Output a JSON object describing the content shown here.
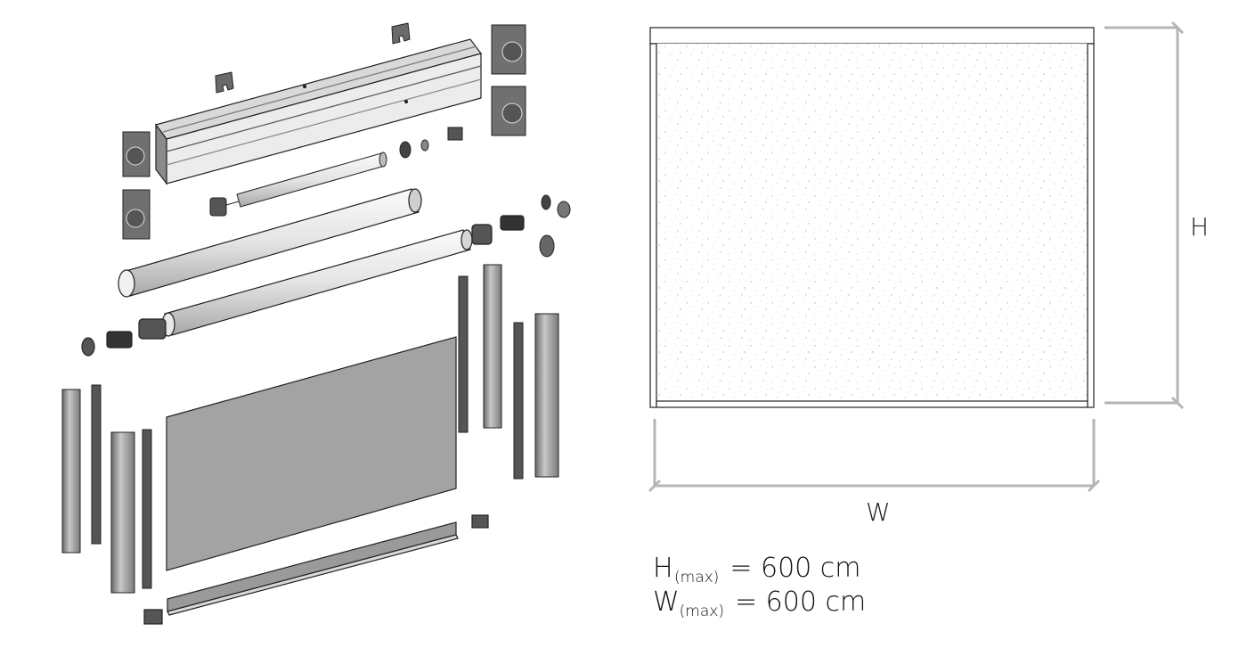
{
  "dimensions": {
    "height_symbol": "H",
    "width_symbol": "W"
  },
  "specs": [
    {
      "symbol": "H",
      "subscript": "(max)",
      "value": "= 600 cm"
    },
    {
      "symbol": "W",
      "subscript": "(max)",
      "value": "= 600 cm"
    }
  ],
  "colors": {
    "part_dark": "#555555",
    "part_mid": "#9a9a9a",
    "part_light": "#e6e6e6",
    "fabric": "#a3a3a3",
    "dimension_line": "#b5b5b5",
    "frame_line": "#333333"
  }
}
